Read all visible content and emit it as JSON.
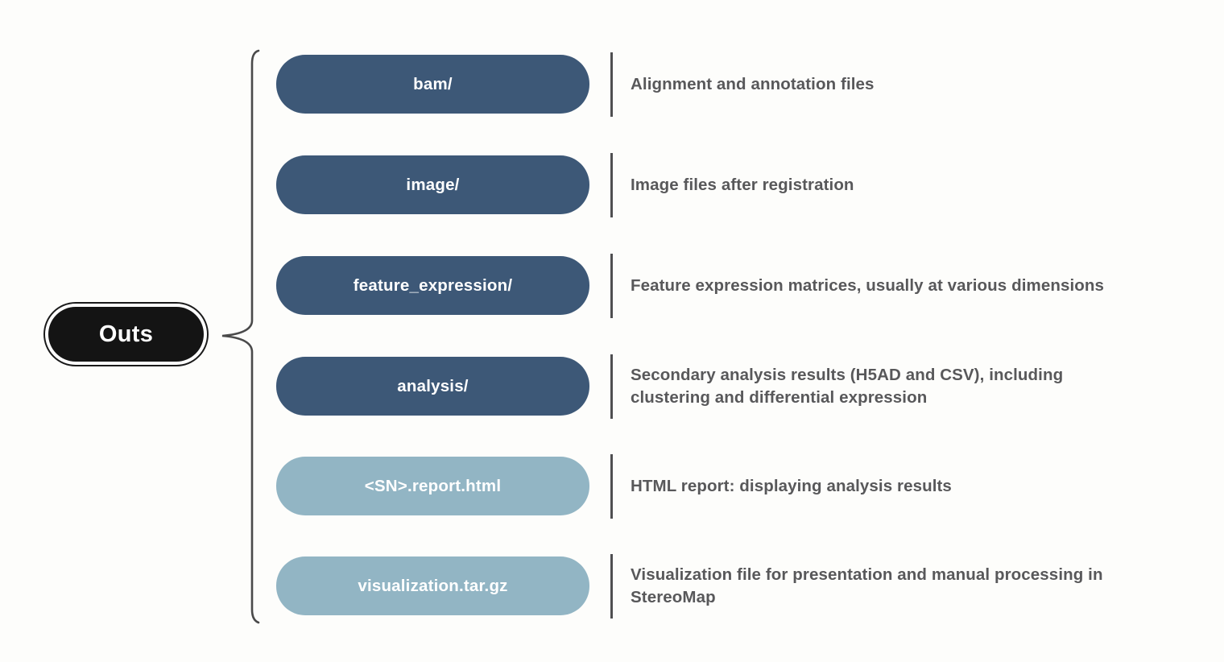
{
  "diagram": {
    "root": {
      "label": "Outs"
    },
    "rows": [
      {
        "label": "bam/",
        "variant": "dark",
        "description": "Alignment and annotation files"
      },
      {
        "label": "image/",
        "variant": "dark",
        "description": "Image files after registration"
      },
      {
        "label": "feature_expression/",
        "variant": "dark",
        "description": "Feature expression matrices, usually at various dimensions"
      },
      {
        "label": "analysis/",
        "variant": "dark",
        "description": "Secondary analysis results (H5AD and CSV), including\nclustering and differential expression"
      },
      {
        "label": "<SN>.report.html",
        "variant": "light",
        "description": "HTML report: displaying analysis results"
      },
      {
        "label": "visualization.tar.gz",
        "variant": "light",
        "description": "Visualization file for presentation and manual processing in\nStereoMap"
      }
    ],
    "colors": {
      "dark_pill": "#3d5877",
      "light_pill": "#92b5c4",
      "root_fill": "#141414",
      "pill_text": "#ffffff",
      "description_text": "#58585a",
      "separator": "#4f4f51",
      "brace": "#4a4a4a",
      "background": "#fdfdfb"
    }
  }
}
